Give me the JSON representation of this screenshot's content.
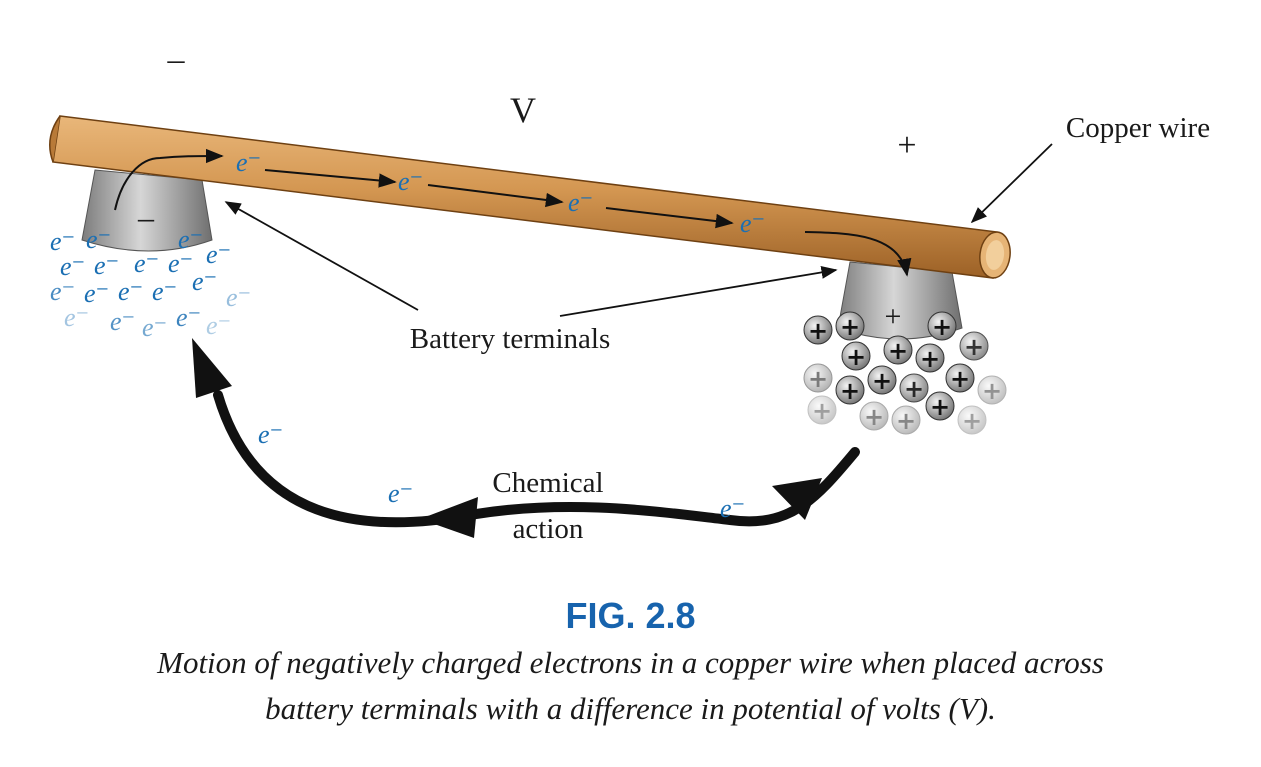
{
  "labels": {
    "negative_sign": "–",
    "voltage": "V",
    "positive_sign": "+",
    "copper_wire": "Copper wire",
    "battery_terminals": "Battery terminals",
    "chemical_action_line1": "Chemical",
    "chemical_action_line2": "action",
    "terminal_negative": "–",
    "terminal_positive": "+"
  },
  "electron_symbol": "e⁻",
  "ion_symbol": "+",
  "colors": {
    "wire": "#c98a45",
    "electron": "#1b6fb3",
    "caption_number": "#1763ad",
    "terminal": "#9c9c9c"
  },
  "caption": {
    "number": "FIG. 2.8",
    "line1": "Motion of negatively charged electrons in a copper wire when placed across",
    "line2": "battery terminals with a difference in potential of volts (V)."
  }
}
